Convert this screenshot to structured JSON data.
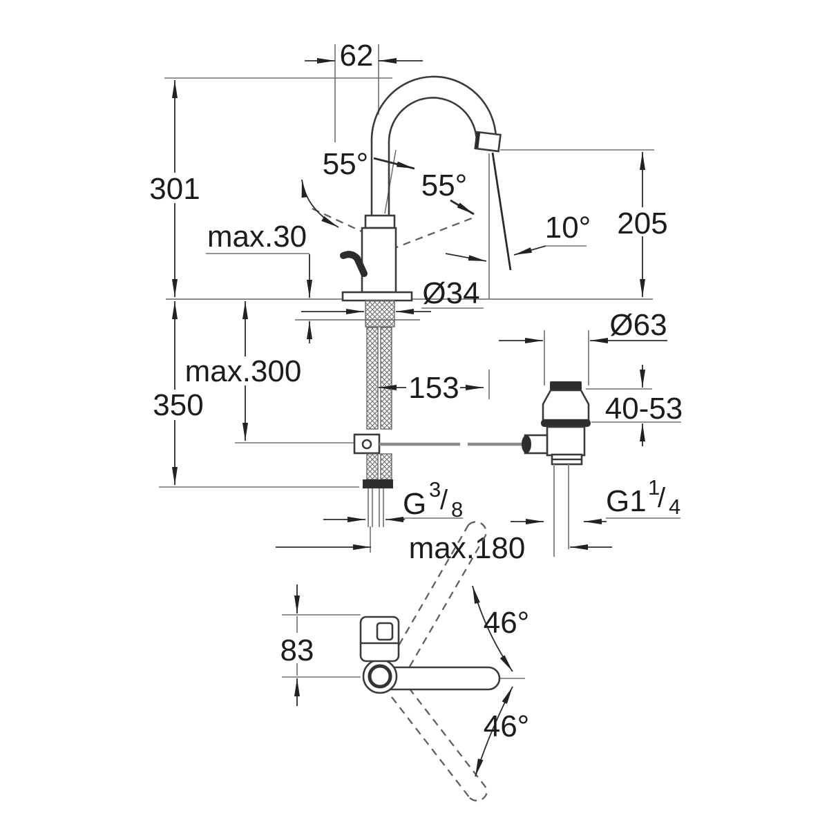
{
  "front_view": {
    "spout_offset": "62",
    "height_above_deck": "301",
    "swivel_left": "55°",
    "swivel_right": "55°",
    "outlet_angle": "10°",
    "outlet_height": "205",
    "deck_max_thickness": "max.30",
    "hole_diameter": "Ø34",
    "hose_max_drop": "max.300",
    "depth_below_deck": "350",
    "rod_length": "153",
    "waste_flange_diameter": "Ø63",
    "waste_clamp_range": "40-53",
    "supply_thread": {
      "base": "G",
      "sup": "3",
      "slash": "/",
      "sub": "8"
    },
    "waste_thread": {
      "base": "G1",
      "sup": "1",
      "slash": "/",
      "sub": "4"
    },
    "rod_max_reach": "max.180"
  },
  "top_view": {
    "body_depth": "83",
    "lever_swing_up": "46°",
    "lever_swing_down": "46°"
  },
  "colors": {
    "background": "#ffffff",
    "object_line": "#3a3a3a",
    "dimension_line": "#707070",
    "text": "#1c1c1c"
  }
}
